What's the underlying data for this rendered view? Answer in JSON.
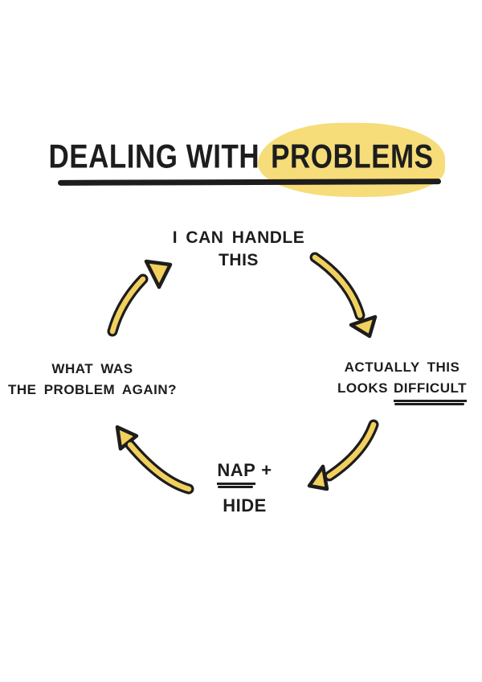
{
  "title": {
    "text_plain": "DEALING WITH",
    "text_highlighted": "PROBLEMS"
  },
  "nodes": {
    "top": {
      "line1": "I CAN HANDLE",
      "line2": "THIS"
    },
    "right": {
      "line1": "ACTUALLY THIS",
      "line2_prefix": "LOOKS",
      "line2_emphasis": "DIFFICULT"
    },
    "bottom": {
      "line1_emphasis": "NAP",
      "line1_suffix": "+",
      "line2": "HIDE"
    },
    "left": {
      "line1": "WHAT WAS",
      "line2": "THE PROBLEM AGAIN?"
    }
  },
  "icons": {
    "arrow_top_right": "curved-arrow-pointing-down-right",
    "arrow_bottom_right": "curved-arrow-pointing-down-left",
    "arrow_bottom_left": "curved-arrow-pointing-up-left",
    "arrow_top_left": "curved-arrow-pointing-up-right"
  },
  "colors": {
    "background": "#ffffff",
    "ink": "#1d1d1d",
    "highlight": "#f6dd79",
    "arrow_fill": "#f2d05f"
  }
}
